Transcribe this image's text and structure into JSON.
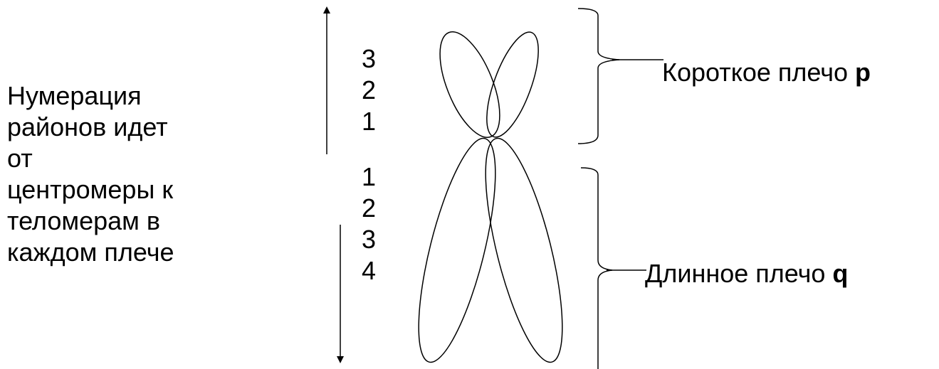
{
  "caption": {
    "lines": [
      "Нумерация",
      "районов идет",
      "от",
      "центромеры к",
      "теломерам в",
      "каждом плече"
    ]
  },
  "short_arm": {
    "numbers": [
      "3",
      "2",
      "1"
    ],
    "label": "Короткое плечо",
    "letter": "p"
  },
  "long_arm": {
    "numbers": [
      "1",
      "2",
      "3",
      "4"
    ],
    "label": "Длинное плечо",
    "letter": "q"
  }
}
